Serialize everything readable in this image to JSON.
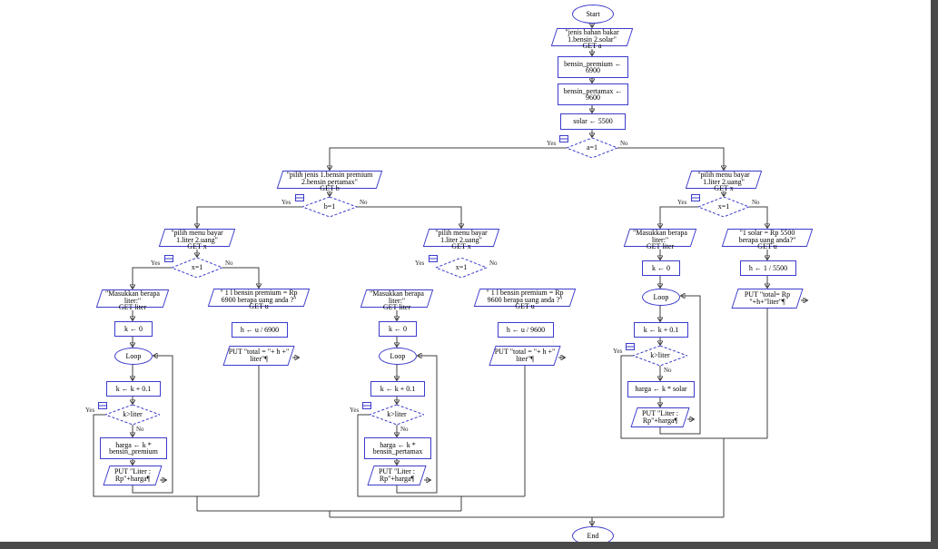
{
  "labels": {
    "yes": "Yes",
    "no": "No"
  },
  "nodes": {
    "start": "Start",
    "io_fuel": {
      "l1": "\"jenis bahan bakar",
      "l2": "1.bensin 2.solar\"",
      "get": "GET a"
    },
    "set_premium": {
      "l1": "bensin_premium ←",
      "l2": "6900"
    },
    "set_pertamax": {
      "l1": "bensin_pertamax ←",
      "l2": "9600"
    },
    "set_solar": "solar ← 5500",
    "dec_a": "a=1",
    "io_choose": {
      "l1": "\"pilih jenis 1.bensin premium",
      "l2": "2.bensin pertamax\"",
      "get": "GET b"
    },
    "dec_b": "b=1",
    "io_pay": {
      "l1": "\"pilih menu bayar",
      "l2": "1.liter 2.uang\"",
      "get": "GET x"
    },
    "dec_x": "x=1",
    "io_liter": {
      "l1": "\"Masukkan berapa",
      "l2": "liter:\"",
      "get": "GET liter"
    },
    "set_k0": "k ← 0",
    "loop": "Loop",
    "inc_k": "k ← k + 0.1",
    "dec_kliter": "k>liter",
    "harga_premium": {
      "l1": "harga ← k *",
      "l2": "bensin_premium"
    },
    "harga_pertamax": {
      "l1": "harga ← k *",
      "l2": "bensin_pertamax"
    },
    "harga_solar": "harga ← k * solar",
    "put_harga": {
      "l1": "PUT \"Liter :",
      "l2": "Rp\"+harga¶"
    },
    "io_uang_6900": {
      "l1": "\" 1 l bensin premium = Rp",
      "l2": "6900 berapa uang anda ?\"",
      "get": "GET u"
    },
    "io_uang_9600": {
      "l1": "\" 1 l bensin premium = Rp",
      "l2": "9600 berapa uang anda ?\"",
      "get": "GET u"
    },
    "calc_h_6900": "h ← u / 6900",
    "calc_h_9600": "h ← u / 9600",
    "put_total": {
      "l1": "PUT \"total = \"+ h +\"",
      "l2": "liter\"¶"
    },
    "io_uang_solar": {
      "l1": "\"1 solar = Rp 5500",
      "l2": "berapa uang anda?\"",
      "get": "GET u"
    },
    "calc_h_solar": "h ← 1 / 5500",
    "put_total_solar": {
      "l1": "PUT \"total= Rp",
      "l2": "\"+h+\"liter\"¶"
    },
    "end": "End"
  }
}
